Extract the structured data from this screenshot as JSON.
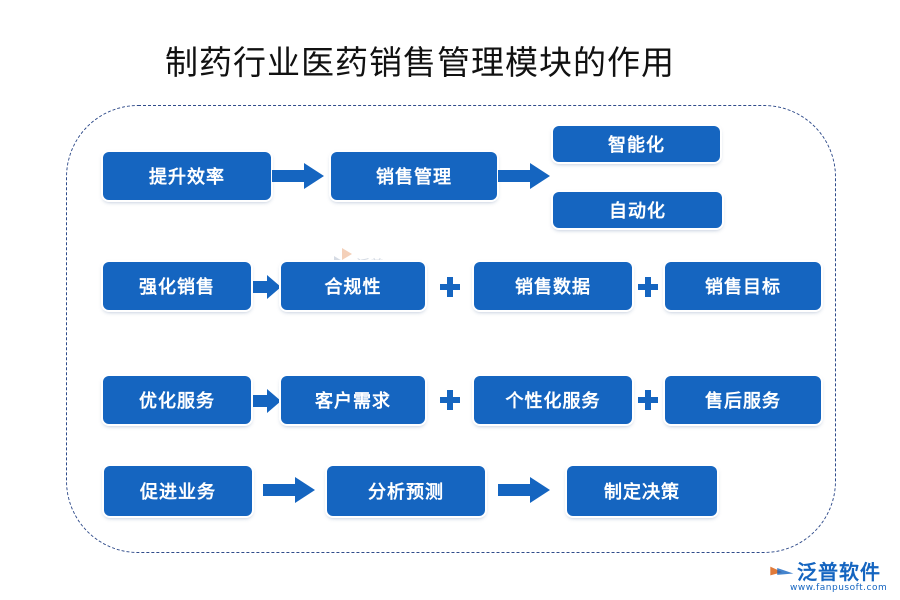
{
  "title": "制药行业医药销售管理模块的作用",
  "colors": {
    "box": "#1565c0",
    "arrow": "#1565c0",
    "frame": "#2f4b8a"
  },
  "rows": [
    {
      "start": "提升效率",
      "middle": "销售管理",
      "branches": [
        "智能化",
        "自动化"
      ]
    },
    {
      "start": "强化销售",
      "items": [
        "合规性",
        "销售数据",
        "销售目标"
      ]
    },
    {
      "start": "优化服务",
      "items": [
        "客户需求",
        "个性化服务",
        "售后服务"
      ]
    },
    {
      "start": "促进业务",
      "steps": [
        "分析预测",
        "制定决策"
      ]
    }
  ],
  "logo": {
    "name": "泛普软件",
    "url": "www.fanpusoft.com"
  }
}
